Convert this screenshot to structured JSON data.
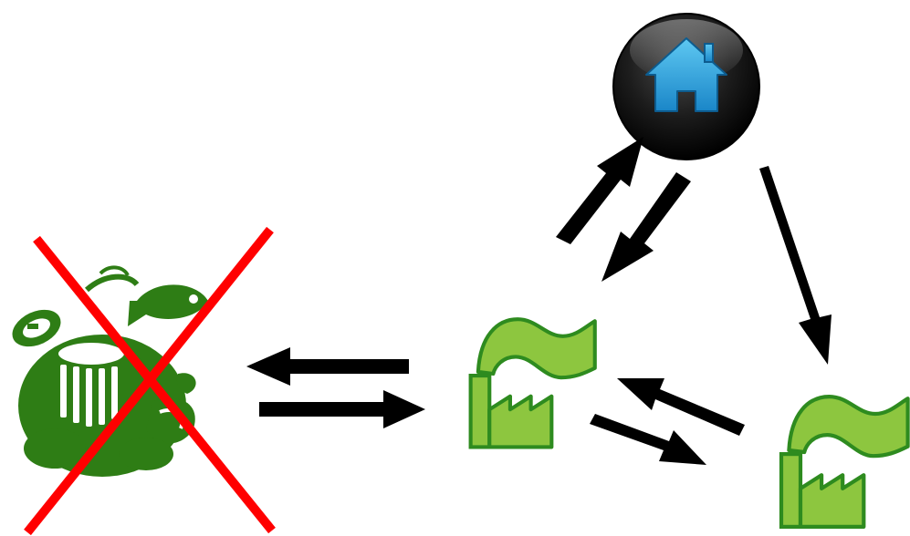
{
  "diagram": {
    "nodes": [
      {
        "id": "trash",
        "icon": "crossed-out-trash-icon",
        "label": ""
      },
      {
        "id": "factory1",
        "icon": "factory-icon",
        "label": ""
      },
      {
        "id": "factory2",
        "icon": "factory-icon",
        "label": ""
      },
      {
        "id": "home",
        "icon": "home-icon",
        "label": ""
      }
    ],
    "edges": [
      {
        "from": "factory1",
        "to": "trash"
      },
      {
        "from": "trash",
        "to": "factory1"
      },
      {
        "from": "factory1",
        "to": "home"
      },
      {
        "from": "home",
        "to": "factory1"
      },
      {
        "from": "home",
        "to": "factory2"
      },
      {
        "from": "factory1",
        "to": "factory2"
      },
      {
        "from": "factory2",
        "to": "factory1"
      }
    ]
  },
  "colors": {
    "background": "#ffffff",
    "arrow": "#000000",
    "cross": "#ff0000",
    "trash_green": "#2e7d15",
    "factory_fill": "#8dc63f",
    "factory_outline": "#2e8b1f",
    "home_button": "#1a1a1a",
    "home_house": "#2a9fd8"
  }
}
